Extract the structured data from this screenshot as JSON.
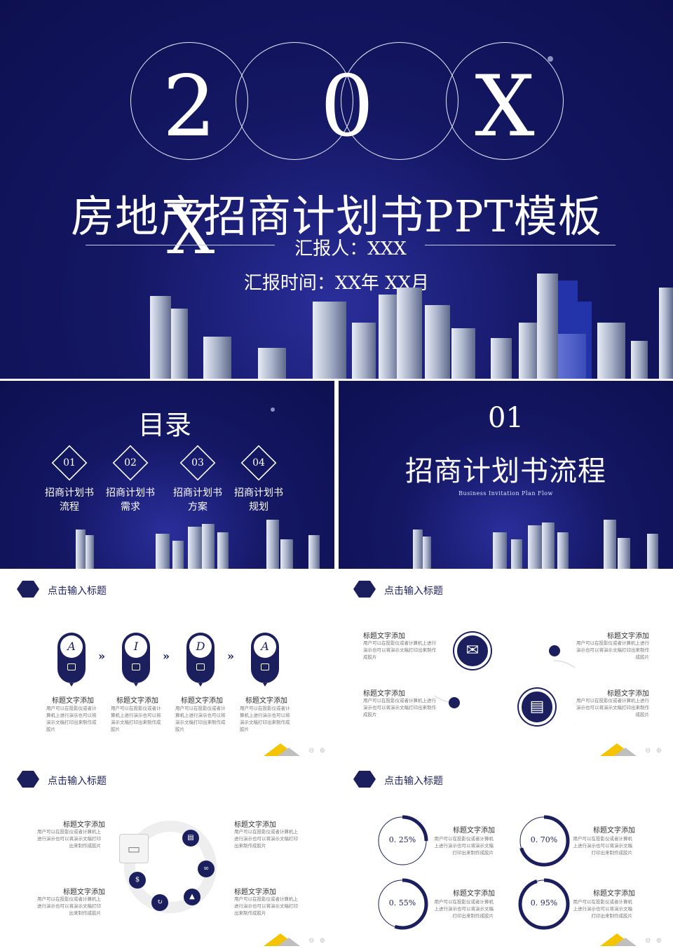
{
  "cover": {
    "digits": [
      "2",
      "0",
      "X"
    ],
    "overlay_digit": "X",
    "title": "房地产招商计划书PPT模板",
    "reporter": "汇报人：XXX",
    "time": "汇报时间：XX年 XX月"
  },
  "toc": {
    "title": "目录",
    "items": [
      {
        "num": "01",
        "label": "招商计划书流程"
      },
      {
        "num": "02",
        "label": "招商计划书需求"
      },
      {
        "num": "03",
        "label": "招商计划书方案"
      },
      {
        "num": "04",
        "label": "招商计划书规划"
      }
    ]
  },
  "section": {
    "num": "01",
    "title": "招商计划书流程",
    "subtitle": "Business Invitation Plan Flow"
  },
  "slides": {
    "heading": "点击输入标题",
    "block_title": "标题文字添加",
    "block_text": "用户可以在投影仪或者计算机上进行演示也可以将演示文稿打印出来制作成胶片",
    "nav": "⊖ ⊕",
    "s1": {
      "letters": [
        "A",
        "I",
        "D",
        "A"
      ],
      "chevron": "»"
    },
    "s4": {
      "values": [
        0.25,
        0.7,
        0.55,
        0.95
      ],
      "labels": [
        "0. 25%",
        "0. 70%",
        "0. 55%",
        "0. 95%"
      ]
    }
  },
  "colors": {
    "navy": "#1b1f5e",
    "accent_yellow": "#f5c400"
  }
}
